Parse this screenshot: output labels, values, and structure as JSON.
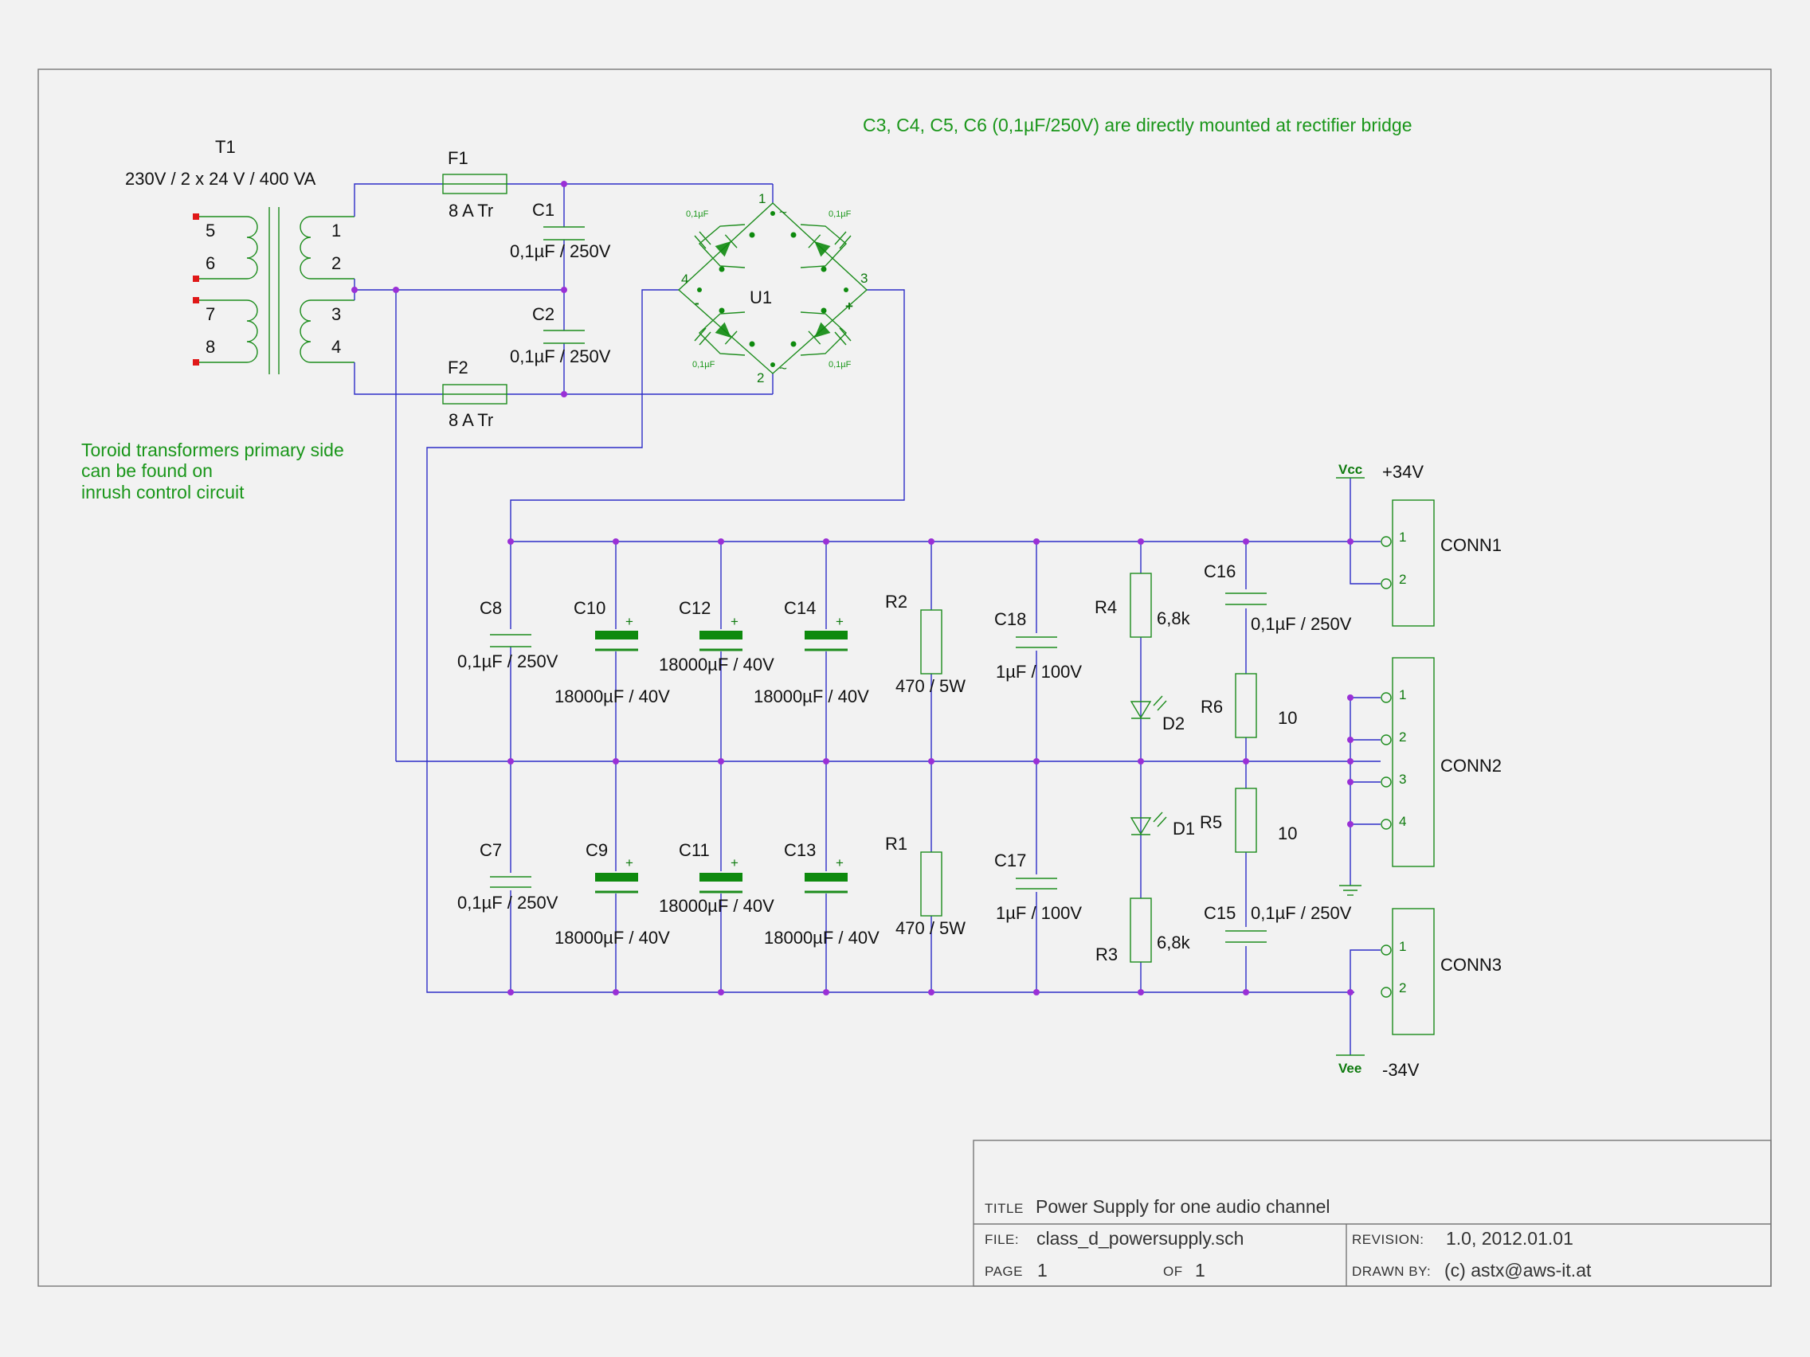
{
  "schematic": {
    "notes": {
      "bridge_caps": "C3, C4, C5, C6 (0,1µF/250V) are directly mounted at rectifier bridge",
      "toroid": [
        "Toroid transformers primary side",
        "can be found on",
        "inrush control circuit"
      ]
    },
    "transformer": {
      "ref": "T1",
      "value": "230V / 2 x 24 V / 400 VA",
      "primary_pins": [
        "5",
        "6",
        "7",
        "8"
      ],
      "secondary_pins": [
        "1",
        "2",
        "3",
        "4"
      ]
    },
    "fuses": [
      {
        "ref": "F1",
        "value": "8 A Tr"
      },
      {
        "ref": "F2",
        "value": "8 A Tr"
      }
    ],
    "input_caps": [
      {
        "ref": "C1",
        "value": "0,1µF / 250V"
      },
      {
        "ref": "C2",
        "value": "0,1µF / 250V"
      }
    ],
    "bridge": {
      "ref": "U1",
      "pins": [
        "1",
        "2",
        "3",
        "4"
      ],
      "ac_symbol": "~",
      "plus": "+",
      "minus": "-",
      "cap_value": "0,1µF"
    },
    "upper_row": {
      "c8": {
        "ref": "C8",
        "value": "0,1µF / 250V"
      },
      "c10": {
        "ref": "C10",
        "value": "18000µF / 40V"
      },
      "c12": {
        "ref": "C12",
        "value": "18000µF / 40V"
      },
      "c14": {
        "ref": "C14",
        "value": "18000µF / 40V"
      },
      "r2": {
        "ref": "R2",
        "value": "470 / 5W"
      },
      "c18": {
        "ref": "C18",
        "value": "1µF / 100V"
      },
      "r4": {
        "ref": "R4",
        "value": "6,8k"
      },
      "d2": {
        "ref": "D2"
      },
      "c16": {
        "ref": "C16",
        "value": "0,1µF / 250V"
      },
      "r6": {
        "ref": "R6",
        "value": "10"
      }
    },
    "lower_row": {
      "c7": {
        "ref": "C7",
        "value": "0,1µF / 250V"
      },
      "c9": {
        "ref": "C9",
        "value": "18000µF / 40V"
      },
      "c11": {
        "ref": "C11",
        "value": "18000µF / 40V"
      },
      "c13": {
        "ref": "C13",
        "value": "18000µF / 40V"
      },
      "r1": {
        "ref": "R1",
        "value": "470 / 5W"
      },
      "c17": {
        "ref": "C17",
        "value": "1µF / 100V"
      },
      "r3": {
        "ref": "R3",
        "value": "6,8k"
      },
      "d1": {
        "ref": "D1"
      },
      "c15": {
        "ref": "C15",
        "value": "0,1µF / 250V"
      },
      "r5": {
        "ref": "R5",
        "value": "10"
      }
    },
    "cap_polarity": "+",
    "power": {
      "vcc": {
        "label": "Vcc",
        "value": "+34V"
      },
      "vee": {
        "label": "Vee",
        "value": "-34V"
      }
    },
    "connectors": [
      {
        "ref": "CONN1",
        "pins": [
          "1",
          "2"
        ]
      },
      {
        "ref": "CONN2",
        "pins": [
          "1",
          "2",
          "3",
          "4"
        ]
      },
      {
        "ref": "CONN3",
        "pins": [
          "1",
          "2"
        ]
      }
    ]
  },
  "title_block": {
    "title_label": "TITLE",
    "title": "Power Supply for one audio channel",
    "file_label": "FILE:",
    "file": "class_d_powersupply.sch",
    "revision_label": "REVISION:",
    "revision": "1.0, 2012.01.01",
    "page_label": "PAGE",
    "page": "1",
    "of_label": "OF",
    "of": "1",
    "drawn_label": "DRAWN BY:",
    "drawn": "(c) astx@aws-it.at"
  }
}
